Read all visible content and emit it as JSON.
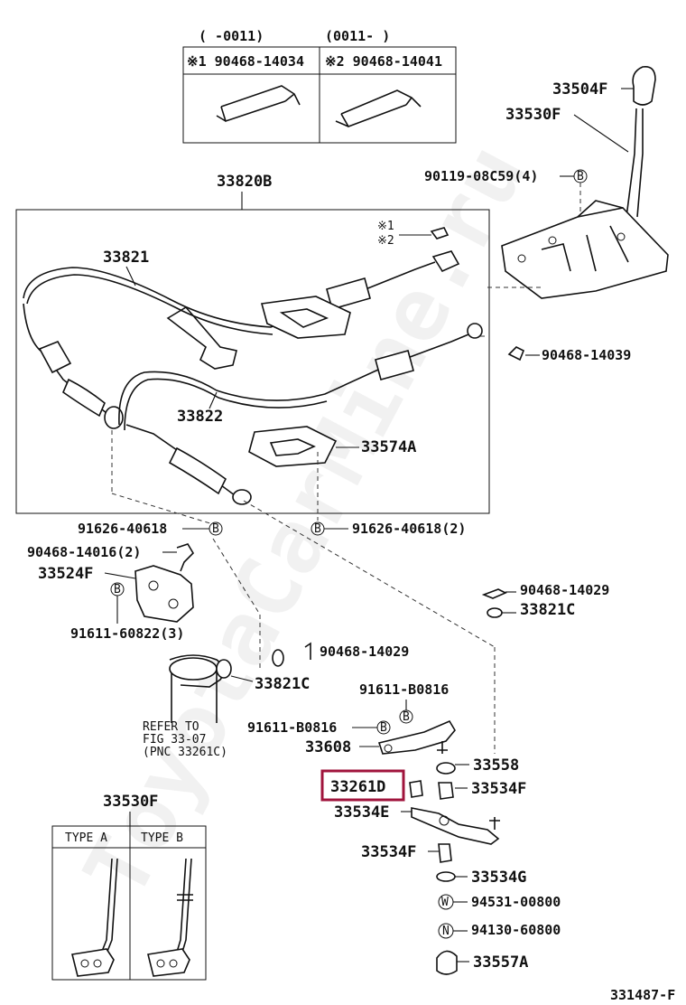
{
  "diagram": {
    "watermark": "ToyotaCarMine.ru",
    "figure_code": "331487-F",
    "highlighted_part": "33261D",
    "inset_clip": {
      "col1_header": "( -0011)",
      "col2_header": "(0011- )",
      "col1_part": "※1 90468-14034",
      "col2_part": "※2 90468-14041"
    },
    "cable_box": {
      "title": "33820B",
      "note1": "※1",
      "note2": "※2"
    },
    "labels": {
      "p33504F": "33504F",
      "p33530F_top": "33530F",
      "p90119": "90119-08C59(4)",
      "p33821": "33821",
      "p33822": "33822",
      "p33574A": "33574A",
      "p90468_14039": "90468-14039",
      "p91626_left": "91626-40618",
      "p91626_right": "91626-40618(2)",
      "p90468_14016": "90468-14016(2)",
      "p33524F": "33524F",
      "p91611_60822": "91611-60822(3)",
      "p90468_14029_mid": "90468-14029",
      "p33821C_mid": "33821C",
      "p90468_14029_right": "90468-14029",
      "p33821C_right": "33821C",
      "p91611_B0816_a": "91611-B0816",
      "p91611_B0816_b": "91611-B0816",
      "p33608": "33608",
      "p33558": "33558",
      "p33261D": "33261D",
      "p33534F_a": "33534F",
      "p33534E": "33534E",
      "p33534F_b": "33534F",
      "p33534G": "33534G",
      "p94531": "94531-00800",
      "p94130": "94130-60800",
      "p33557A": "33557A",
      "p33530F_bottom": "33530F"
    },
    "refer": {
      "line1": "REFER TO",
      "line2": "FIG 33-07",
      "line3": "(PNC 33261C)"
    },
    "type_box": {
      "type_a": "TYPE A",
      "type_b": "TYPE B"
    },
    "markers": {
      "B": "B",
      "W": "W",
      "N": "N"
    }
  }
}
